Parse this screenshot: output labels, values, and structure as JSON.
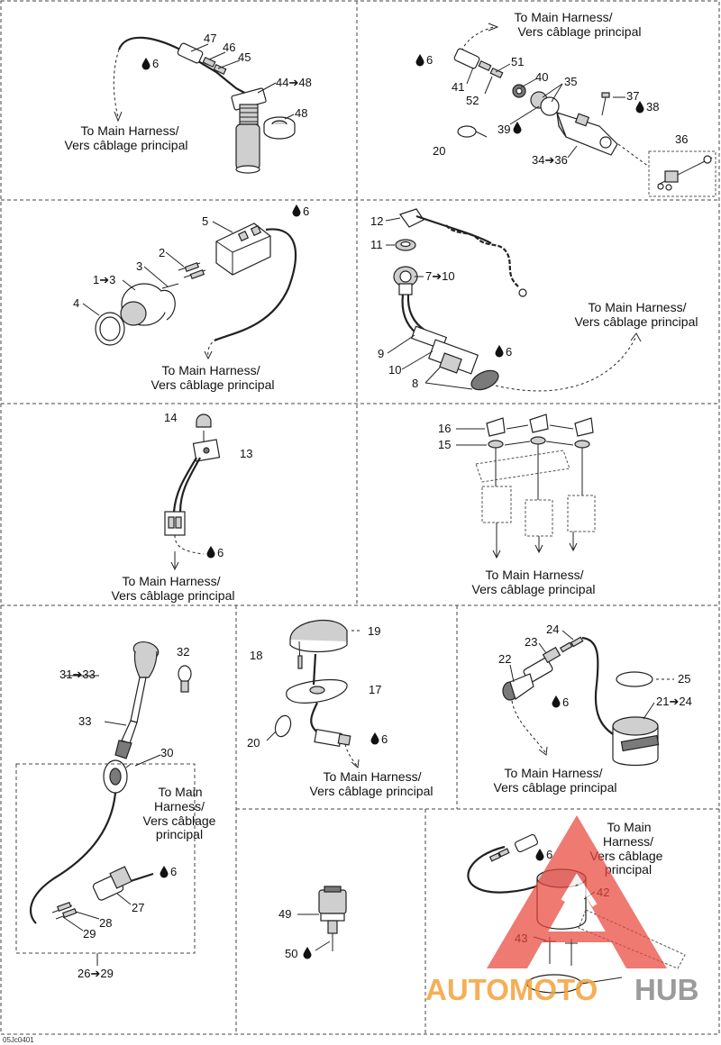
{
  "colors": {
    "watermark_red": "#e8473d",
    "watermark_orange": "#f3a23a",
    "watermark_grey": "#8a8a8a"
  },
  "harness_caption": {
    "line1": "To Main Harness/",
    "line2": "Vers câblage principal"
  },
  "harness_caption_split": {
    "line1": "To Main",
    "line2": "Harness/",
    "line3": "Vers câblage",
    "line4": "principal"
  },
  "panel1": {
    "p47": "47",
    "p46": "46",
    "p45": "45",
    "p44": "44➔48",
    "p48": "48",
    "p6": "6"
  },
  "panel2": {
    "p51": "51",
    "p40": "40",
    "p35": "35",
    "p41": "41",
    "p52": "52",
    "p39": "39",
    "p37": "37",
    "p38": "38",
    "p20": "20",
    "p34": "34➔36",
    "p36": "36",
    "p6": "6"
  },
  "panel3": {
    "p5": "5",
    "p2": "2",
    "p3": "3",
    "p1": "1➔3",
    "p4": "4",
    "p6": "6"
  },
  "panel4": {
    "p12": "12",
    "p11": "11",
    "p7": "7➔10",
    "p9": "9",
    "p10": "10",
    "p8": "8",
    "p6": "6"
  },
  "panel5": {
    "p14": "14",
    "p13": "13",
    "p6": "6"
  },
  "panel6": {
    "p16": "16",
    "p15": "15"
  },
  "panel7": {
    "p32": "32",
    "p31": "31➔33",
    "p33": "33",
    "p30": "30",
    "p27": "27",
    "p28": "28",
    "p29": "29",
    "p26": "26➔29",
    "p6": "6"
  },
  "panel8": {
    "p19": "19",
    "p18": "18",
    "p17": "17",
    "p20": "20",
    "p6": "6"
  },
  "panel9": {
    "p24": "24",
    "p23": "23",
    "p22": "22",
    "p25": "25",
    "p21": "21➔24",
    "p6": "6"
  },
  "panel10": {
    "p49": "49",
    "p50": "50"
  },
  "panel11": {
    "p6": "6",
    "p42": "42",
    "p43": "43"
  },
  "footer_code": "05Jc0401",
  "watermark": {
    "part1": "AUTOMOTO",
    "part2": "HUB"
  },
  "drop_icon": "oil-drop-icon"
}
